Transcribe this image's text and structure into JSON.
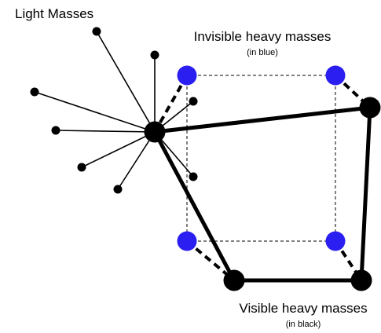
{
  "labels": {
    "light_masses": "Light Masses",
    "invisible_title": "Invisible heavy masses",
    "invisible_note": "(in blue)",
    "visible_title": "Visible heavy masses",
    "visible_note": "(in black)"
  },
  "colors": {
    "invisible_mass": "#2a1ef0",
    "visible_mass": "#000000",
    "light_mass": "#000000",
    "lines": "#000000"
  }
}
